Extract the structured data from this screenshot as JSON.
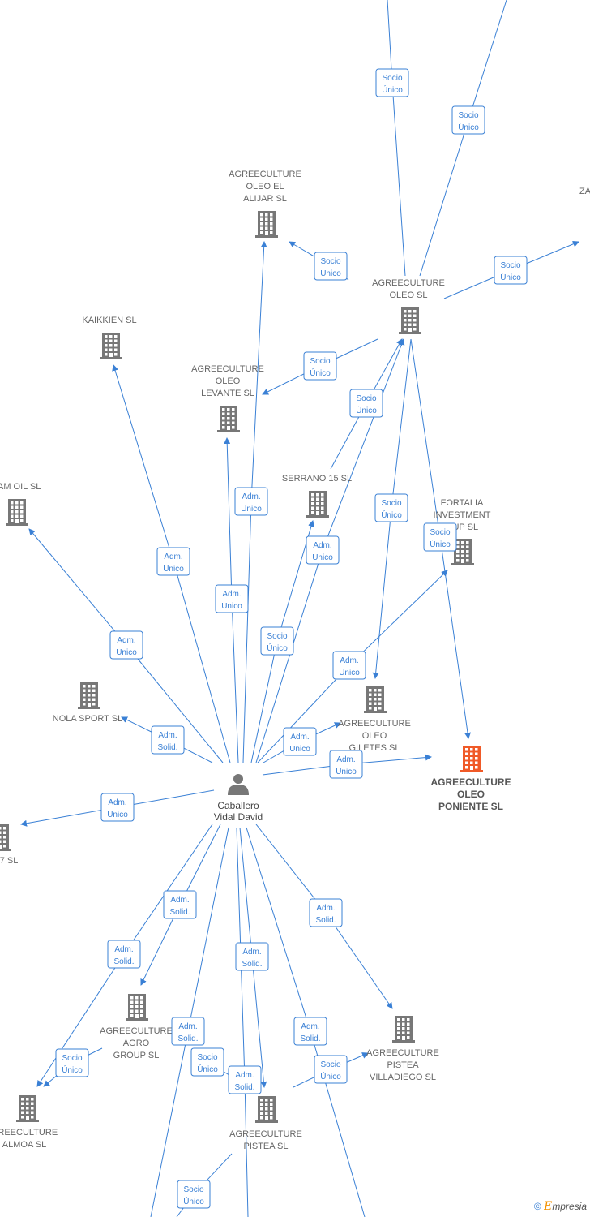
{
  "graph": {
    "person": {
      "id": "p",
      "label": [
        "Caballero",
        "Vidal David"
      ]
    },
    "companies": [
      {
        "id": "oleo",
        "label": [
          "AGREECULTURE",
          "OLEO  SL"
        ]
      },
      {
        "id": "eljaliar",
        "label": [
          "AGREECULTURE",
          "OLEO EL",
          "ALIJAR  SL"
        ]
      },
      {
        "id": "kaikkien",
        "label": [
          "KAIKKIEN SL"
        ]
      },
      {
        "id": "levante",
        "label": [
          "AGREECULTURE",
          "OLEO",
          "LEVANTE  SL"
        ]
      },
      {
        "id": "steam",
        "label": [
          "EAM OIL SL"
        ]
      },
      {
        "id": "serrano",
        "label": [
          "SERRANO 15 SL"
        ]
      },
      {
        "id": "fortalia",
        "label": [
          "FORTALIA",
          "INVESTMENT",
          "OUP SL"
        ]
      },
      {
        "id": "nola",
        "label": [
          "NOLA SPORT SL"
        ]
      },
      {
        "id": "giletes",
        "label": [
          "AGREECULTURE",
          "OLEO",
          "GILETES  SL"
        ]
      },
      {
        "id": "poniente",
        "label": [
          "AGREECULTURE",
          "OLEO",
          "PONIENTE  SL"
        ],
        "main": true
      },
      {
        "id": "c37",
        "label": [
          "37 SL"
        ]
      },
      {
        "id": "agro",
        "label": [
          "AGREECULTURE",
          "AGRO",
          "GROUP  SL"
        ]
      },
      {
        "id": "villadiego",
        "label": [
          "AGREECULTURE",
          "PISTEA",
          "VILLADIEGO  SL"
        ]
      },
      {
        "id": "almoa",
        "label": [
          "GREECULTURE",
          "ALMOA  SL"
        ]
      },
      {
        "id": "pistea",
        "label": [
          "AGREECULTURE",
          "PISTEA  SL"
        ]
      },
      {
        "id": "za",
        "label": [
          "ZA"
        ]
      }
    ],
    "relations": [
      {
        "text": [
          "Socio",
          "Único"
        ]
      },
      {
        "text": [
          "Socio",
          "Único"
        ]
      },
      {
        "text": [
          "Socio",
          "Único"
        ]
      },
      {
        "text": [
          "Socio",
          "Único"
        ]
      },
      {
        "text": [
          "Socio",
          "Único"
        ]
      },
      {
        "text": [
          "Socio",
          "Único"
        ]
      },
      {
        "text": [
          "Adm.",
          "Unico"
        ]
      },
      {
        "text": [
          "Socio",
          "Único"
        ]
      },
      {
        "text": [
          "Socio",
          "Único"
        ]
      },
      {
        "text": [
          "Adm.",
          "Unico"
        ]
      },
      {
        "text": [
          "Adm.",
          "Unico"
        ]
      },
      {
        "text": [
          "Adm.",
          "Unico"
        ]
      },
      {
        "text": [
          "Adm.",
          "Unico"
        ]
      },
      {
        "text": [
          "Socio",
          "Único"
        ]
      },
      {
        "text": [
          "Adm.",
          "Unico"
        ]
      },
      {
        "text": [
          "Adm.",
          "Solid."
        ]
      },
      {
        "text": [
          "Adm.",
          "Unico"
        ]
      },
      {
        "text": [
          "Adm.",
          "Unico"
        ]
      },
      {
        "text": [
          "Adm.",
          "Unico"
        ]
      },
      {
        "text": [
          "Adm.",
          "Solid."
        ]
      },
      {
        "text": [
          "Adm.",
          "Solid."
        ]
      },
      {
        "text": [
          "Adm.",
          "Solid."
        ]
      },
      {
        "text": [
          "Adm.",
          "Solid."
        ]
      },
      {
        "text": [
          "Adm.",
          "Solid."
        ]
      },
      {
        "text": [
          "Adm.",
          "Solid."
        ]
      },
      {
        "text": [
          "Socio",
          "Único"
        ]
      },
      {
        "text": [
          "Socio",
          "Único"
        ]
      },
      {
        "text": [
          "Socio",
          "Único"
        ]
      },
      {
        "text": [
          "Adm.",
          "Solid."
        ]
      },
      {
        "text": [
          "Socio",
          "Único"
        ]
      }
    ]
  },
  "footer": {
    "copyright": "©",
    "brand_initial": "E",
    "brand_rest": "mpresia"
  }
}
